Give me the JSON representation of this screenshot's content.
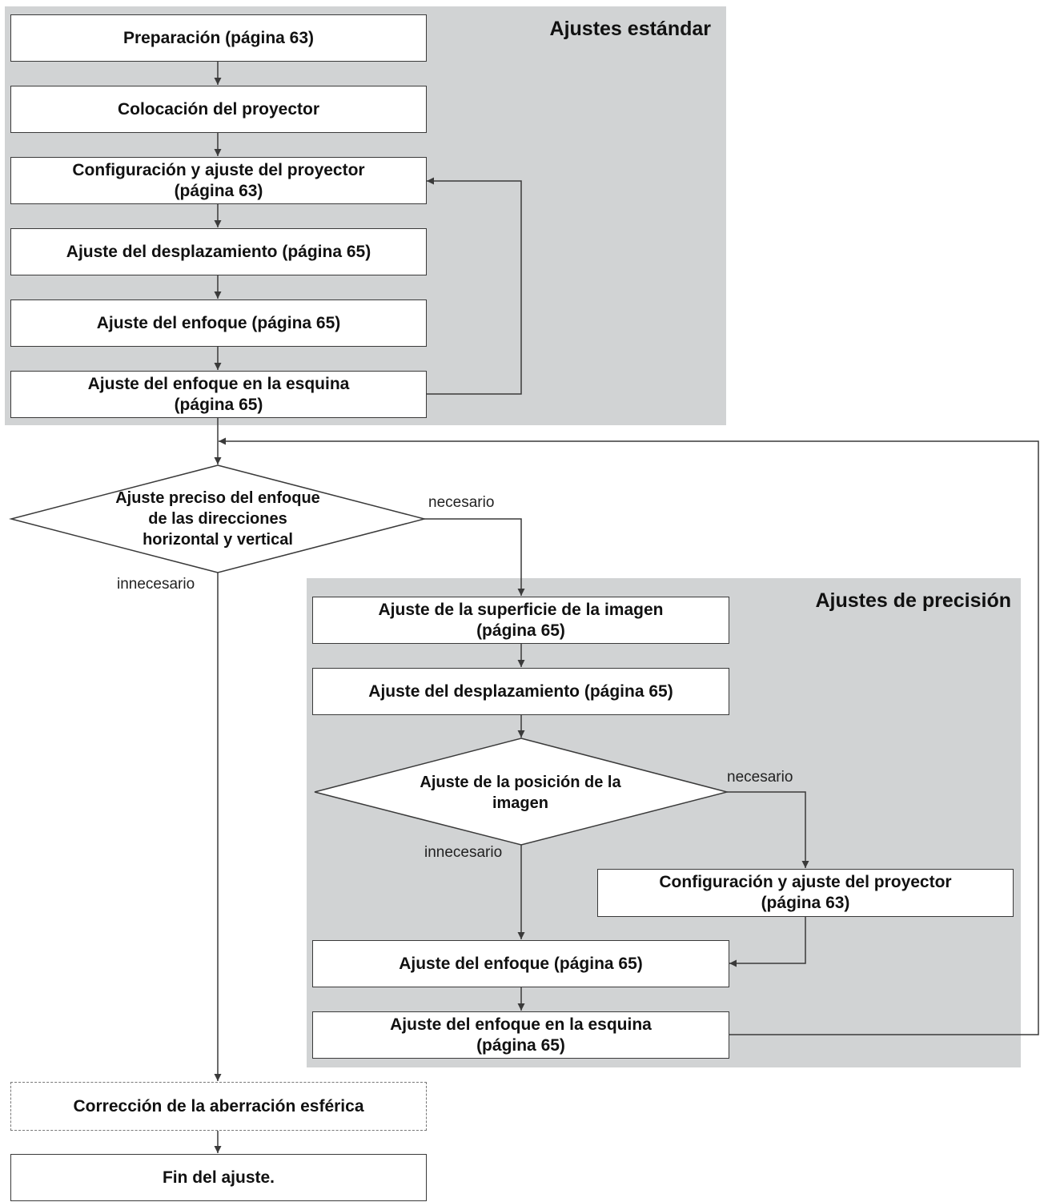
{
  "standard_group": {
    "title": "Ajustes estándar"
  },
  "precision_group": {
    "title": "Ajustes de precisión"
  },
  "steps": {
    "preparacion": "Preparación (página 63)",
    "colocacion": "Colocación del proyector",
    "configuracion": "Configuración y ajuste del proyector\n(página 63)",
    "desplazamiento": "Ajuste del desplazamiento (página 65)",
    "enfoque": "Ajuste del enfoque (página 65)",
    "enfoque_esquina": "Ajuste del enfoque en la esquina\n(página 65)",
    "decision_fino": "Ajuste preciso del enfoque\nde las direcciones\nhorizontal y vertical",
    "superficie": "Ajuste de la superficie de la imagen\n(página 65)",
    "p_desplazamiento": "Ajuste del desplazamiento (página 65)",
    "decision_posicion": "Ajuste de la posición de la\nimagen",
    "p_configuracion": "Configuración y ajuste del proyector\n(página 63)",
    "p_enfoque": "Ajuste del enfoque (página 65)",
    "p_enfoque_esquina": "Ajuste del enfoque en la esquina\n(página 65)",
    "aberracion": "Corrección de la aberración esférica",
    "fin": "Fin del ajuste."
  },
  "edge_labels": {
    "necesario": "necesario",
    "innecesario": "innecesario"
  },
  "colors": {
    "group_fill": "#d1d3d4",
    "line": "#3a3a3a",
    "box_fill": "#ffffff"
  }
}
